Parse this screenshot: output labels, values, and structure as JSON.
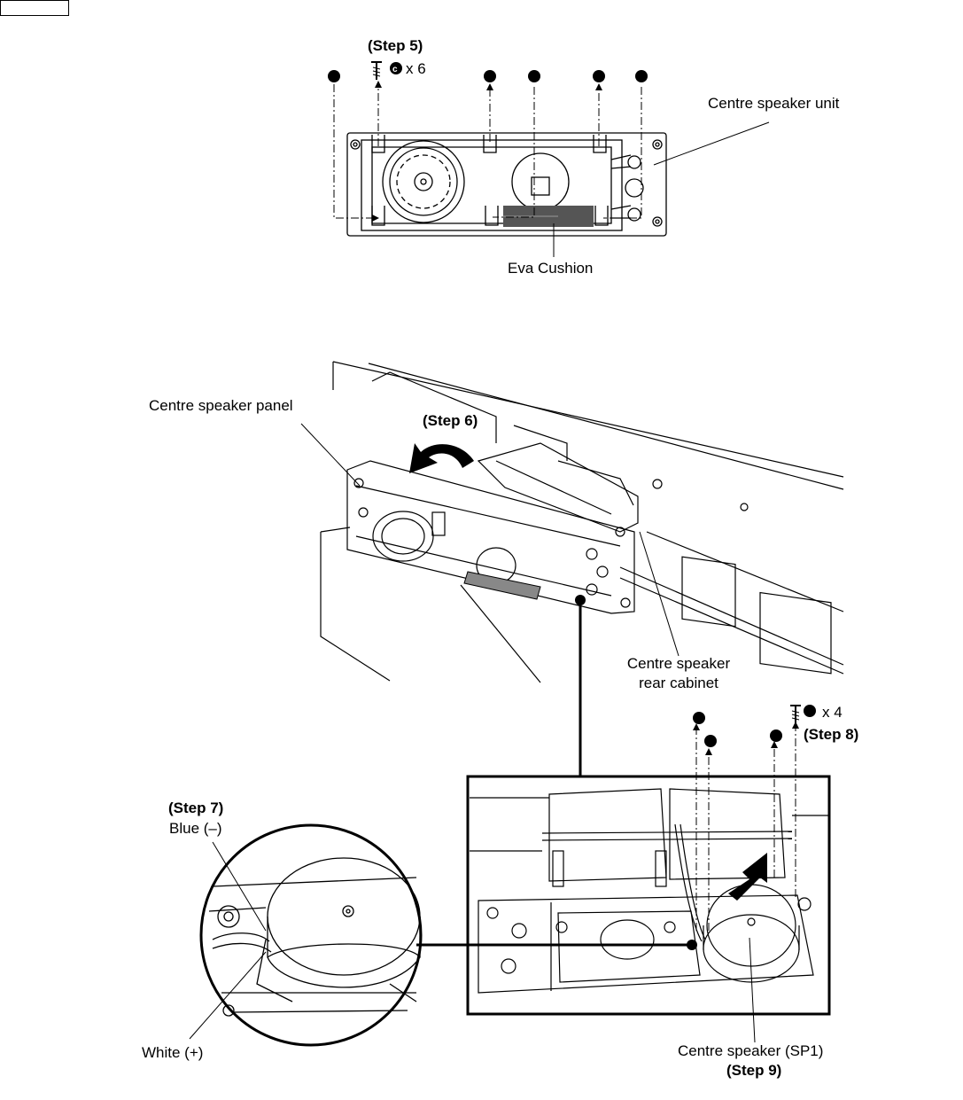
{
  "labels": {
    "step5": "(Step 5)",
    "step5_count": "x 6",
    "centre_speaker_unit": "Centre speaker unit",
    "eva_cushion": "Eva Cushion",
    "centre_speaker_panel": "Centre speaker panel",
    "step6": "(Step 6)",
    "rear_cabinet_line1": "Centre speaker",
    "rear_cabinet_line2": "rear cabinet",
    "step8_count": "x 4",
    "step8": "(Step 8)",
    "step7": "(Step 7)",
    "blue": "Blue (–)",
    "white": "White (+)",
    "centre_speaker_sp1": "Centre speaker (SP1)",
    "step9": "(Step 9)"
  },
  "screw_marker": "c",
  "colors": {
    "line": "#000000",
    "cushion": "#555555",
    "background": "#ffffff"
  }
}
